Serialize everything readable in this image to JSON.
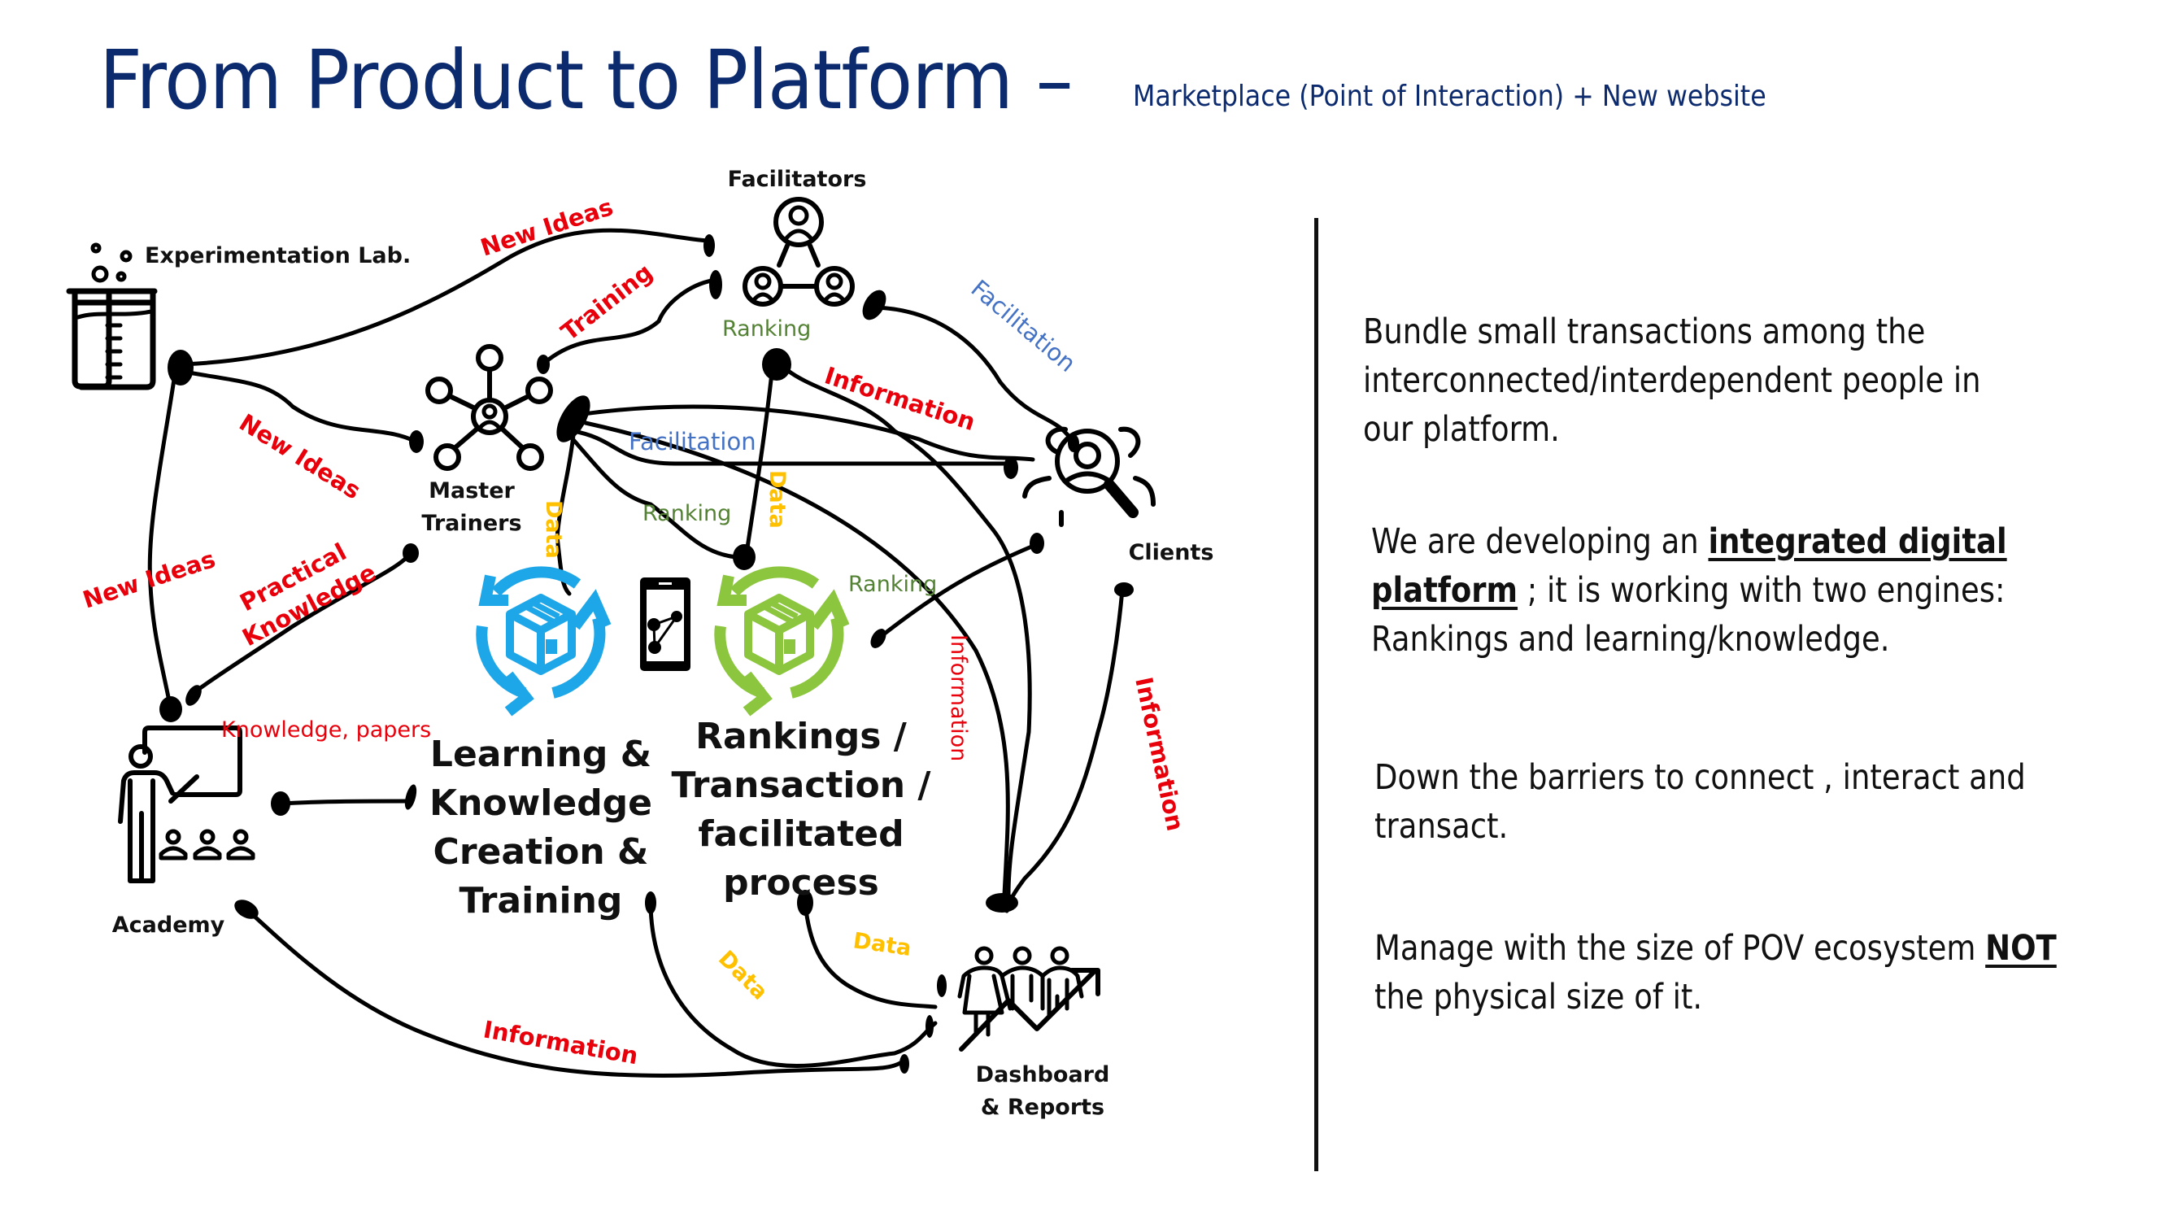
{
  "header": {
    "title": "From Product to Platform –",
    "subtitle": "Marketplace (Point of Interaction) + New website"
  },
  "colors": {
    "title": "#0c2a6e",
    "label_red": "#e8000b",
    "label_green": "#548235",
    "label_blue": "#4472c4",
    "label_yellow": "#ffc000",
    "engine_blue": "#1ea7e8",
    "engine_green": "#8cc63f"
  },
  "diagram": {
    "nodes": {
      "lab": {
        "label": "Experimentation Lab.",
        "icon": "beaker-icon"
      },
      "facilitators": {
        "label": "Facilitators",
        "icon": "network-people-icon"
      },
      "master_trainers": {
        "label_line1": "Master",
        "label_line2": "Trainers",
        "icon": "hub-person-icon"
      },
      "clients": {
        "label": "Clients",
        "icon": "person-search-icon"
      },
      "academy": {
        "label": "Academy",
        "icon": "teacher-class-icon"
      },
      "dashboard": {
        "label_line1": "Dashboard",
        "label_line2": "& Reports",
        "icon": "people-growth-icon"
      },
      "phone": {
        "icon": "smartphone-network-icon"
      }
    },
    "engines": {
      "learning": {
        "lines": [
          "Learning &",
          "Knowledge",
          "Creation &",
          "Training"
        ],
        "icon": "cycle-box-icon"
      },
      "rankings": {
        "lines": [
          "Rankings /",
          "Transaction /",
          "facilitated",
          "process"
        ],
        "icon": "cycle-box-icon"
      }
    },
    "edge_labels": {
      "new_ideas_top": "New Ideas",
      "training": "Training",
      "new_ideas_mid": "New Ideas",
      "new_ideas_left": "New Ideas",
      "practical_knowledge_1": "Practical",
      "practical_knowledge_2": "Knowledge",
      "knowledge_papers": "Knowledge, papers",
      "ranking_facilitators": "Ranking",
      "facilitation_clients": "Facilitation",
      "information_top": "Information",
      "facilitation_mid": "Facilitation",
      "ranking_mid": "Ranking",
      "data_mt": "Data",
      "data_center": "Data",
      "ranking_right": "Ranking",
      "information_vertical": "Information",
      "information_right": "Information",
      "data_bottom_left": "Data",
      "data_bottom_right": "Data",
      "information_bottom": "Information"
    }
  },
  "right_panel": {
    "p1": [
      "Bundle small transactions among the",
      "interconnected/interdependent people in",
      "our platform."
    ],
    "p2_line1_pre": "We are developing an ",
    "p2_line1_bold": "integrated digital",
    "p2_line2_bold": "platform",
    "p2_line2_post": " ; it is working with two engines:",
    "p2_line3": "Rankings and learning/knowledge.",
    "p3": [
      "Down the barriers to connect , interact and",
      "transact."
    ],
    "p4_line1_pre": "Manage with the size of POV ecosystem ",
    "p4_line1_bold": "NOT",
    "p4_line2": "the physical size of it."
  }
}
